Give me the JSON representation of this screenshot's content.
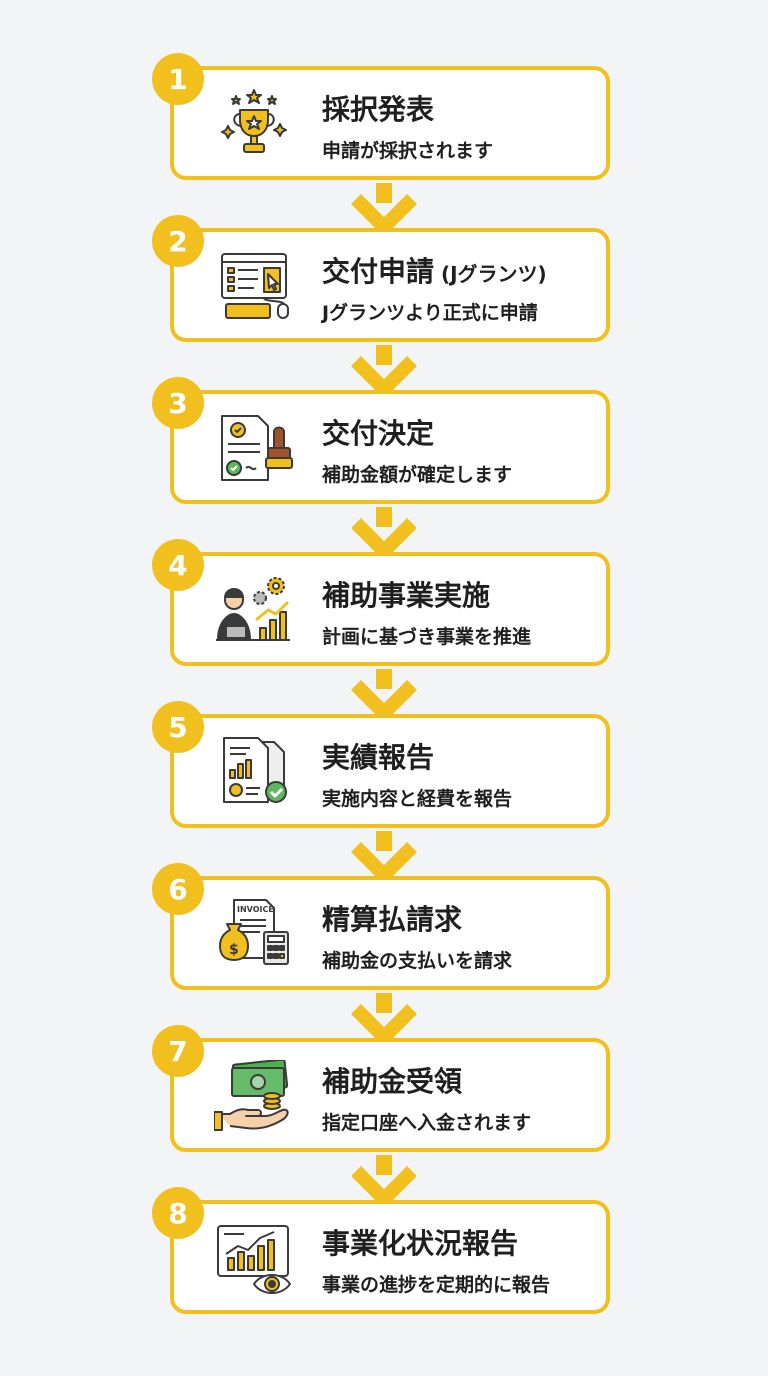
{
  "steps": [
    {
      "number": "1",
      "title": "採択発表",
      "title_suffix": "",
      "description": "申請が採択されます",
      "icon": "trophy-icon"
    },
    {
      "number": "2",
      "title": "交付申請",
      "title_suffix": " (Jグランツ)",
      "description": "Jグランツより正式に申請",
      "icon": "computer-application-icon"
    },
    {
      "number": "3",
      "title": "交付決定",
      "title_suffix": "",
      "description": "補助金額が確定します",
      "icon": "approved-document-stamp-icon"
    },
    {
      "number": "4",
      "title": "補助事業実施",
      "title_suffix": "",
      "description": "計画に基づき事業を推進",
      "icon": "business-growth-icon"
    },
    {
      "number": "5",
      "title": "実績報告",
      "title_suffix": "",
      "description": "実施内容と経費を報告",
      "icon": "report-check-icon"
    },
    {
      "number": "6",
      "title": "精算払請求",
      "title_suffix": "",
      "description": "補助金の支払いを請求",
      "icon": "invoice-calculator-icon",
      "icon_text": "INVOICE"
    },
    {
      "number": "7",
      "title": "補助金受領",
      "title_suffix": "",
      "description": "指定口座へ入金されます",
      "icon": "money-receive-icon"
    },
    {
      "number": "8",
      "title": "事業化状況報告",
      "title_suffix": "",
      "description": "事業の進捗を定期的に報告",
      "icon": "monitoring-chart-icon"
    }
  ],
  "colors": {
    "accent": "#f2c01e",
    "background": "#f3f4f6",
    "text": "#1f1f1f",
    "icon_green": "#5cb85c",
    "icon_outline": "#3a3a3a"
  }
}
